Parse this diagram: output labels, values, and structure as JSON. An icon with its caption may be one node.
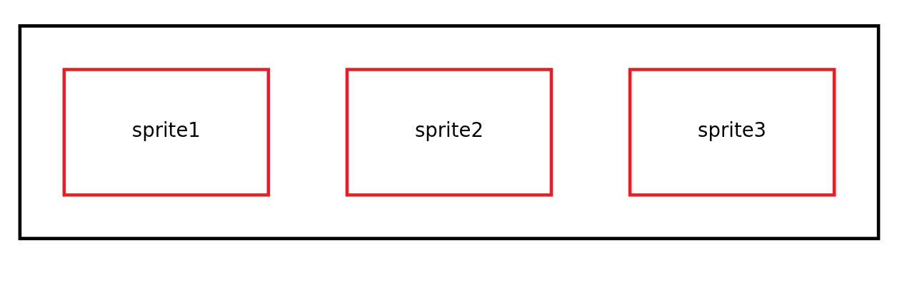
{
  "diagram": {
    "nodes": [
      {
        "text": [],
        "shape": "box"
      },
      {
        "text": [
          "sprite1"
        ],
        "in": 0
      },
      {
        "text": [
          "sprite2"
        ],
        "in": 0
      },
      {
        "text": [
          "sprite3"
        ],
        "in": 0
      }
    ]
  }
}
